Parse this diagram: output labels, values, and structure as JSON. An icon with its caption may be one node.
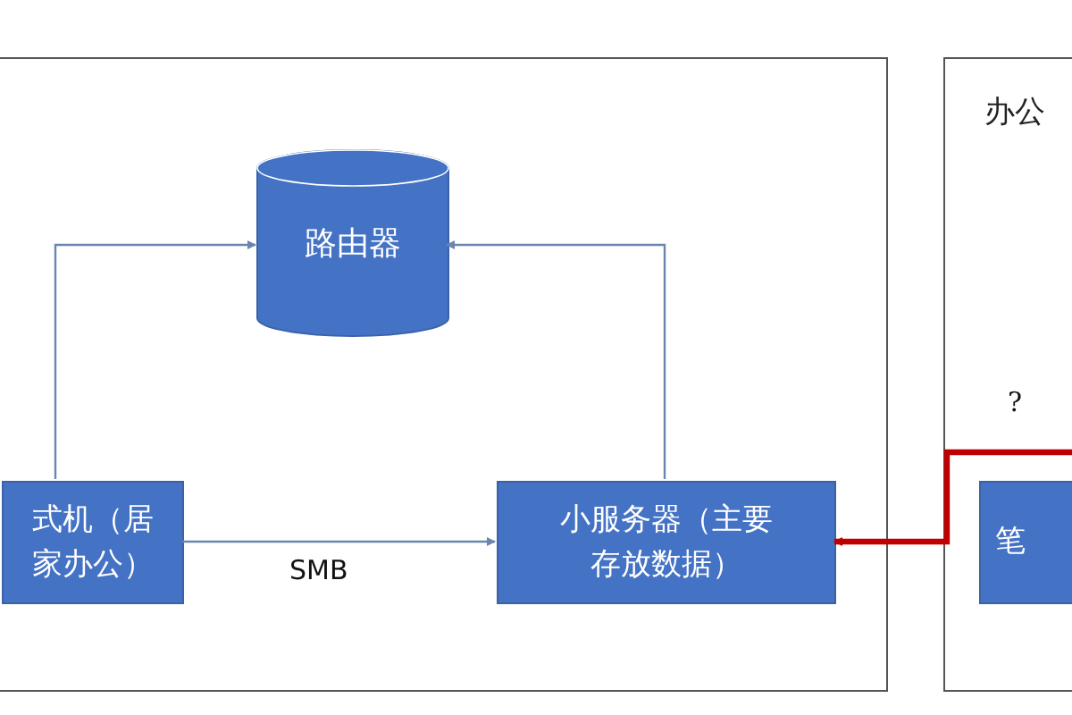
{
  "diagram": {
    "nodes": [
      {
        "text": [],
        "shape": "box"
      },
      {
        "text": [
          "路由器"
        ],
        "in": 0
      },
      {
        "text": [
          "式机（居家办公）"
        ],
        "in": 0
      },
      {
        "text": [
          "小服务器（主要存放数据）"
        ],
        "in": 0
      },
      {
        "text": [
          "办公"
        ]
      },
      {
        "text": [
          "笔"
        ],
        "in": 4
      }
    ],
    "edges": [
      {
        "from": 2,
        "to": 1,
        "arrow": "to"
      },
      {
        "from": 3,
        "to": 1,
        "arrow": "to"
      },
      {
        "from": 2,
        "to": 3,
        "arrow": "to",
        "label": "SMB"
      },
      {
        "from": null,
        "to": 3,
        "arrow": "to",
        "label": "?",
        "style": "thick",
        "color": "#c00000"
      }
    ]
  }
}
